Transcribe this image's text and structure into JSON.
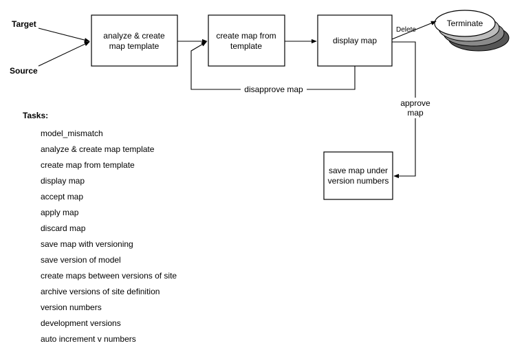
{
  "diagram": {
    "inputs": {
      "target": "Target",
      "source": "Source"
    },
    "nodes": {
      "analyze": [
        "analyze & create",
        "map template"
      ],
      "create": [
        "create map from",
        "template"
      ],
      "display": "display map",
      "save": [
        "save map under",
        "version numbers"
      ],
      "terminate": "Terminate"
    },
    "edges": {
      "delete": "Delete",
      "disapprove": "disapprove map",
      "approve": [
        "approve",
        "map"
      ]
    }
  },
  "tasks": {
    "title": "Tasks:",
    "items": [
      "model_mismatch",
      "analyze & create map template",
      "create map from template",
      "display map",
      "accept map",
      "apply map",
      "discard map",
      "save map with versioning",
      "save version of model",
      "create maps between versions of site",
      "archive versions of site definition",
      "version numbers",
      "development versions",
      "auto increment v numbers"
    ]
  }
}
